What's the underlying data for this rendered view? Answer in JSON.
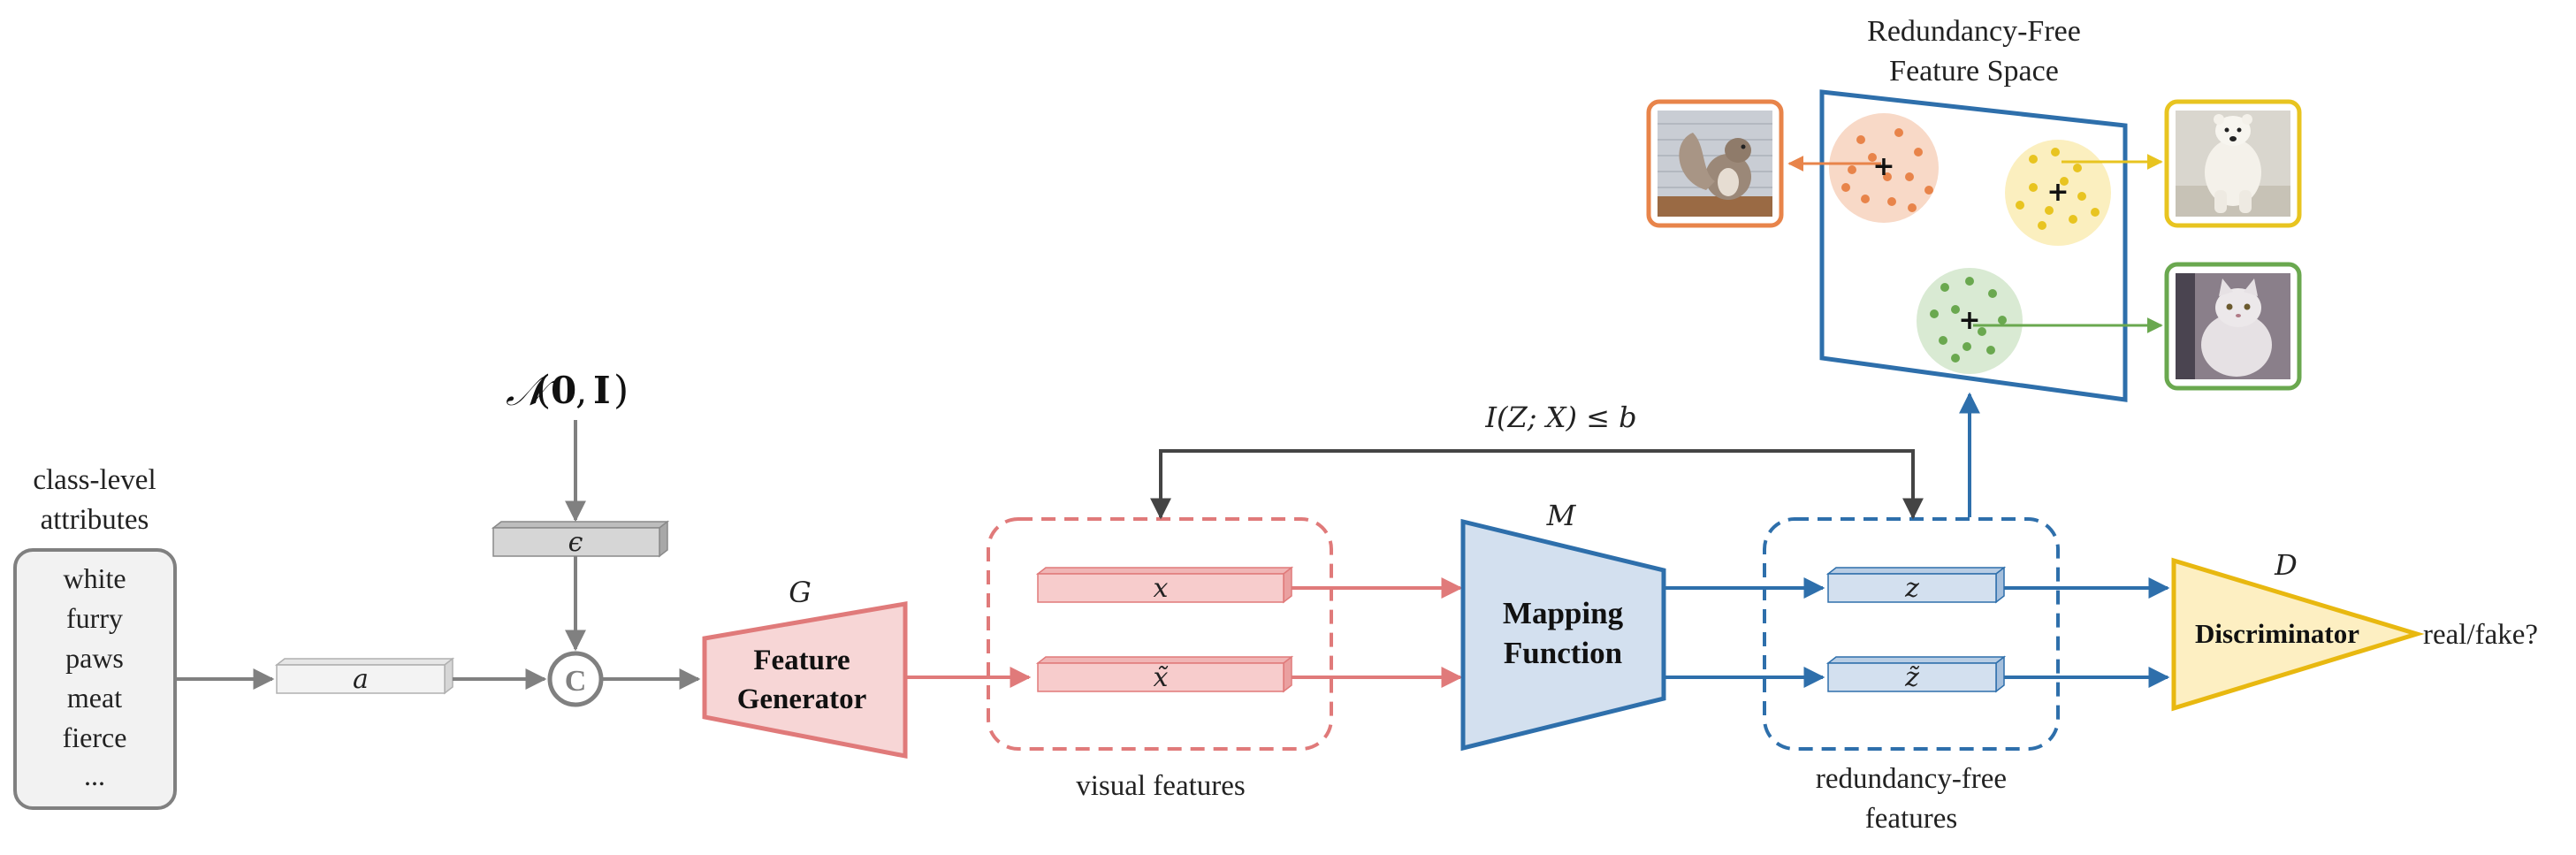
{
  "attributes": {
    "heading_line1": "class-level",
    "heading_line2": "attributes",
    "items": [
      "white",
      "furry",
      "paws",
      "meat",
      "fierce",
      "..."
    ]
  },
  "vectors": {
    "a": "a",
    "epsilon": "ϵ",
    "x": "x",
    "x_tilde": "x̃",
    "z": "z",
    "z_tilde": "z̃"
  },
  "noise": {
    "prefix": "𝒩",
    "open": "(",
    "zero": "0",
    "comma": ",",
    "identity": "I",
    "close": ")"
  },
  "concat_symbol": "C",
  "generator": {
    "symbol": "G",
    "line1": "Feature",
    "line2": "Generator"
  },
  "mapping": {
    "symbol": "M",
    "line1": "Mapping",
    "line2": "Function"
  },
  "discriminator": {
    "symbol": "D",
    "label": "Discriminator",
    "output": "real/fake?"
  },
  "visual_features_label": "visual features",
  "redundancy_free_label_line1": "redundancy-free",
  "redundancy_free_label_line2": "features",
  "constraint": "I(Z; X) ≤ b",
  "feature_space": {
    "title_line1": "Redundancy-Free",
    "title_line2": "Feature Space"
  },
  "thumbnails": [
    {
      "name": "squirrel-thumbnail",
      "depicts": "squirrel"
    },
    {
      "name": "polar-bear-thumbnail",
      "depicts": "polar bear"
    },
    {
      "name": "persian-cat-thumbnail",
      "depicts": "persian cat"
    }
  ],
  "colors": {
    "red_branch": "#e07a7a",
    "blue_branch": "#2e6fab",
    "discriminator_fill": "#fdefc2",
    "discriminator_stroke": "#e8b810",
    "cluster_orange": "#e8844a",
    "cluster_yellow": "#e8c420",
    "cluster_green": "#6aa84f",
    "gray_arrow": "#808080"
  }
}
